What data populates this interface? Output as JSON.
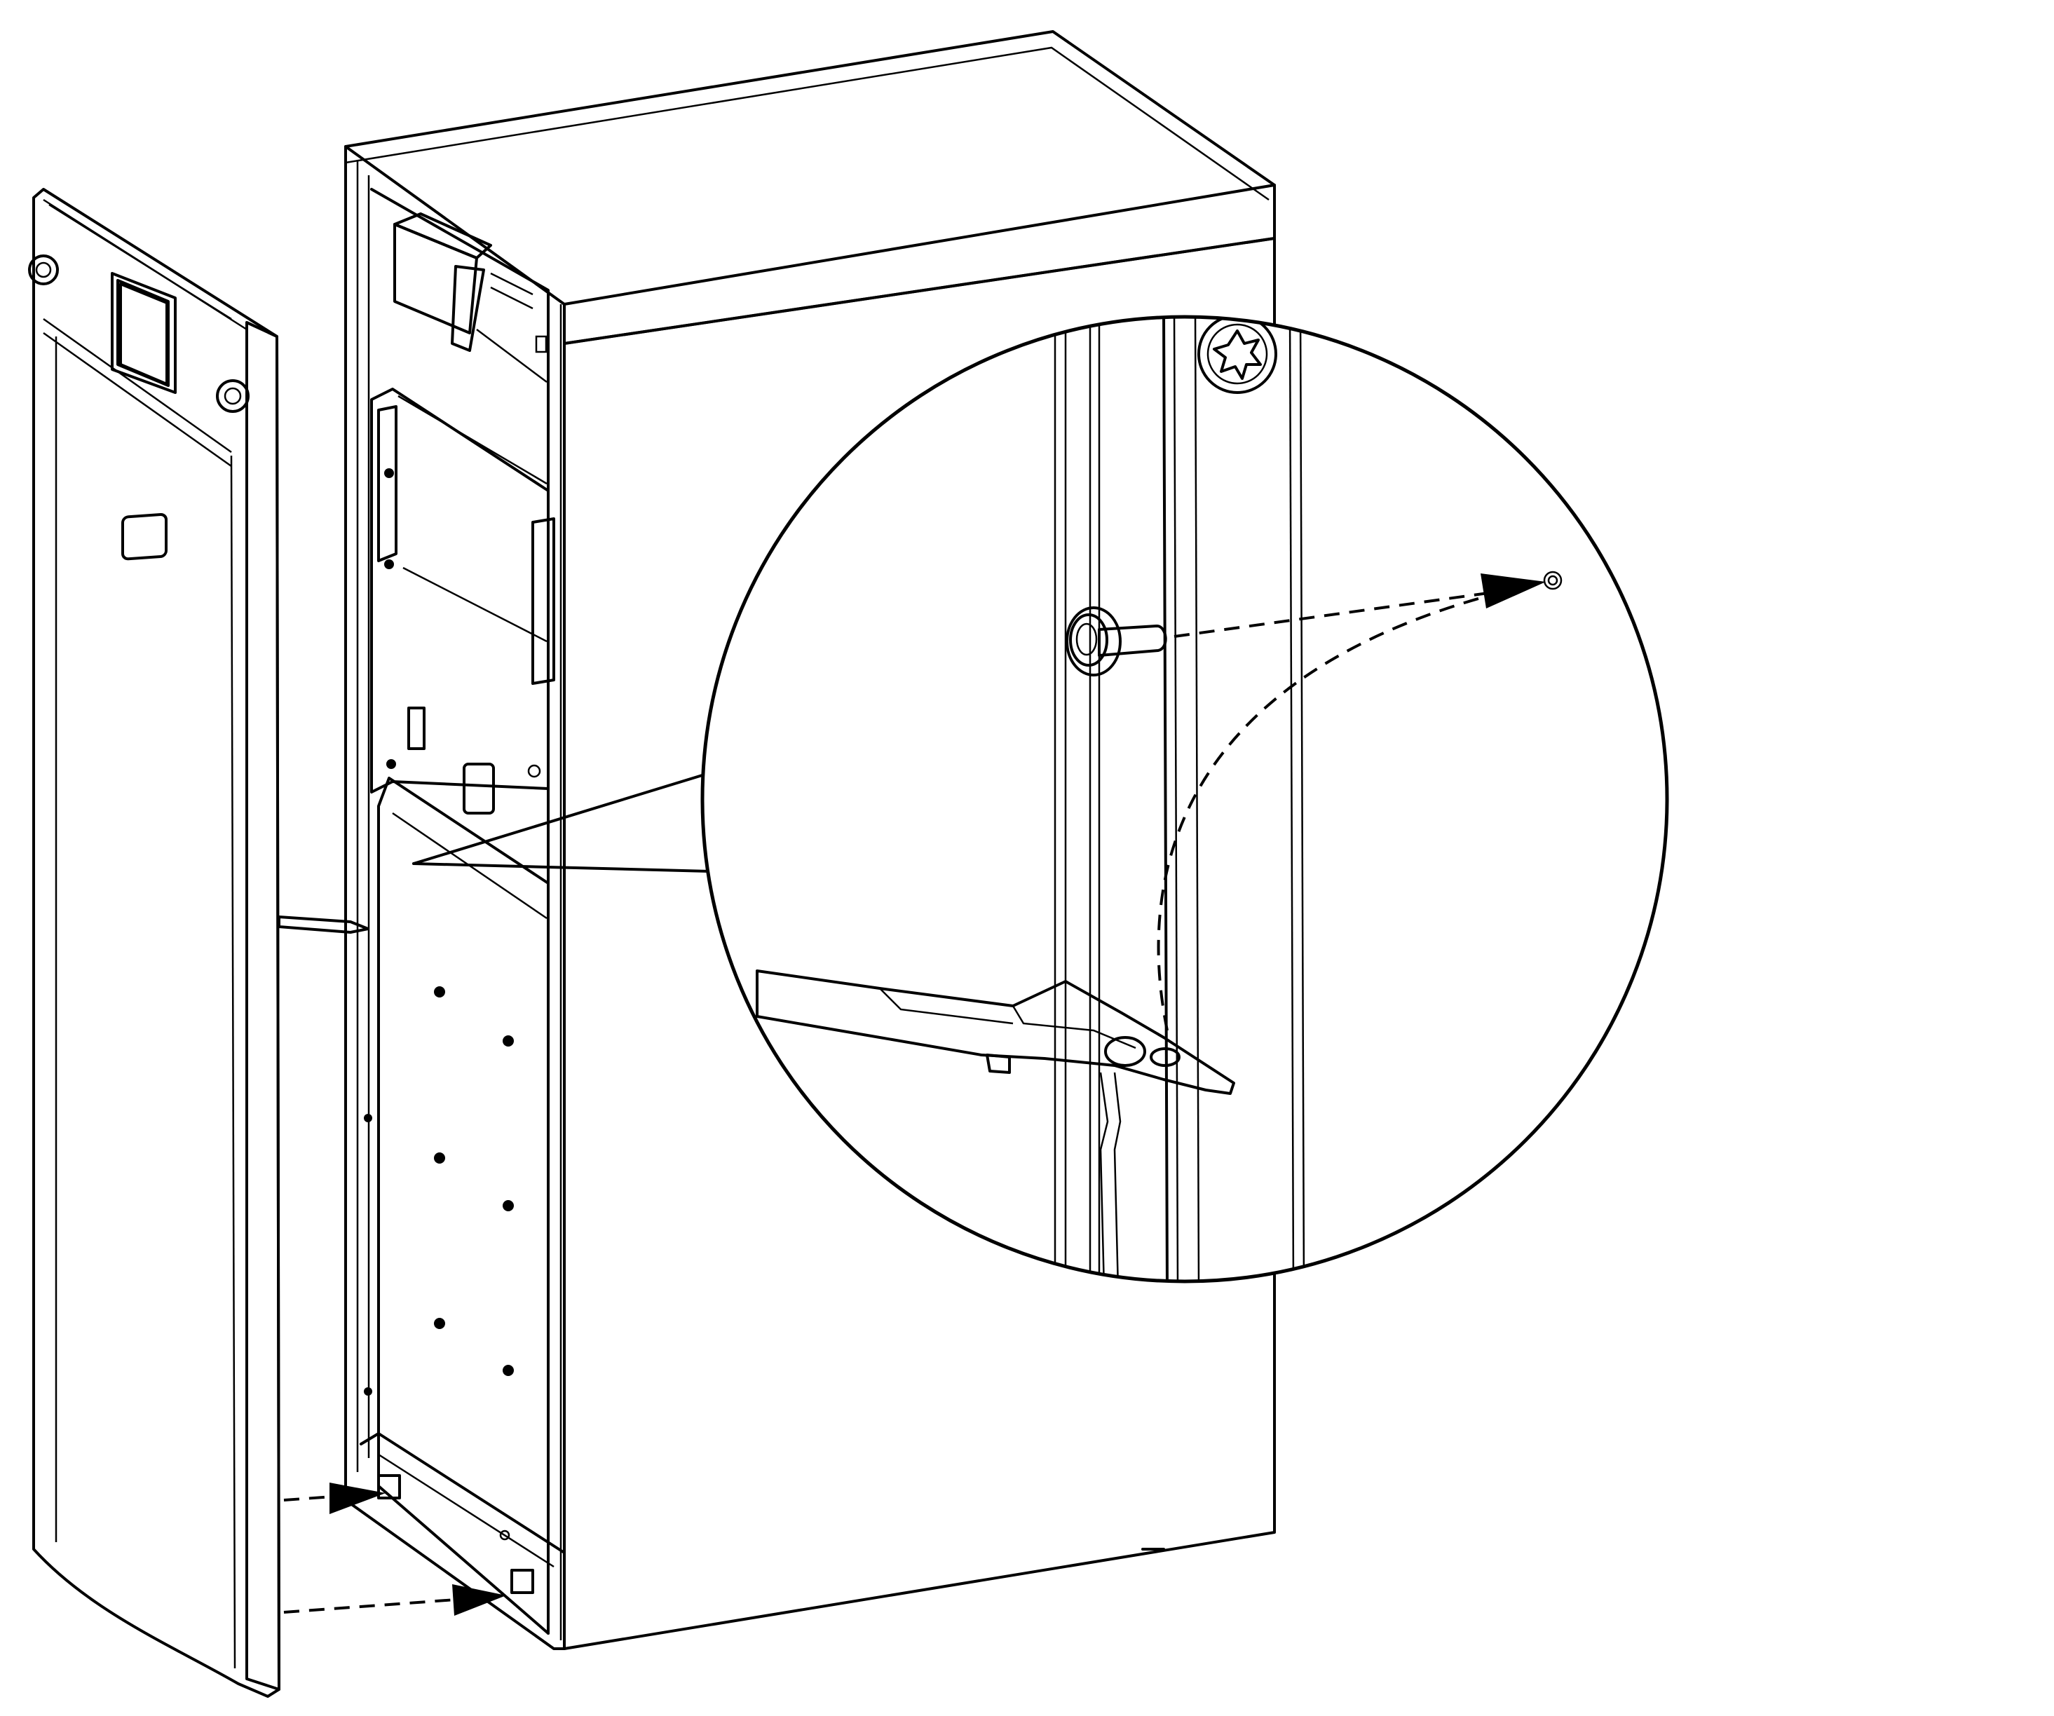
{
  "colors": {
    "highlight": "#33ff33",
    "outline": "#000000",
    "cabinet": "#ffffff",
    "background": "#ffffff"
  },
  "parts": {
    "front_panel": {
      "icon": "front-panel",
      "highlighted": true
    },
    "cabinet": {
      "icon": "cabinet-housing"
    },
    "detail_circle": {
      "icon": "magnifier-detail"
    },
    "hinge_pin": {
      "icon": "hinge-pin",
      "highlighted": true
    },
    "hinge_tab": {
      "icon": "hinge-tab",
      "highlighted": true
    },
    "torx_screw": {
      "icon": "torx-screw-icon"
    }
  },
  "motion_arrows": [
    {
      "icon": "dashed-arrow",
      "target": "bottom-hinge-upper"
    },
    {
      "icon": "dashed-arrow",
      "target": "bottom-hinge-lower"
    },
    {
      "icon": "dashed-arrow",
      "target": "pin-hole"
    }
  ]
}
